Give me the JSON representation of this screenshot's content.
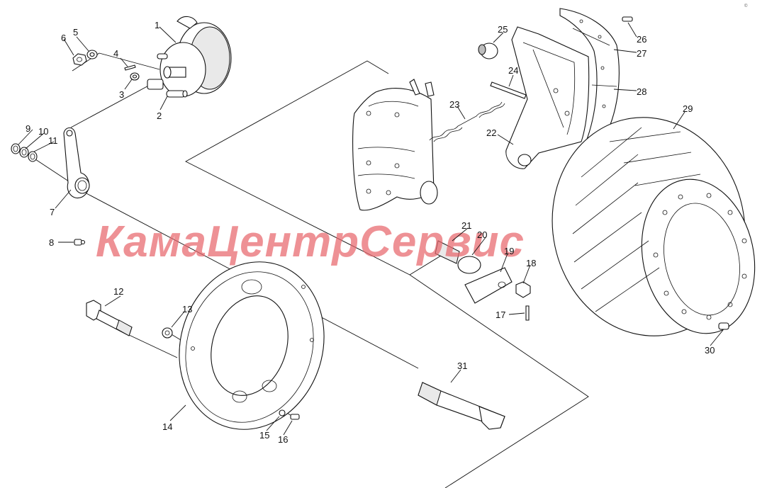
{
  "diagram": {
    "watermark": "КамаЦентрСервис",
    "corner_mark": "©",
    "part_numbers": [
      "1",
      "2",
      "3",
      "4",
      "5",
      "6",
      "7",
      "8",
      "9",
      "10",
      "11",
      "12",
      "13",
      "14",
      "15",
      "16",
      "17",
      "18",
      "19",
      "20",
      "21",
      "22",
      "23",
      "24",
      "25",
      "26",
      "27",
      "28",
      "29",
      "30",
      "31"
    ]
  }
}
